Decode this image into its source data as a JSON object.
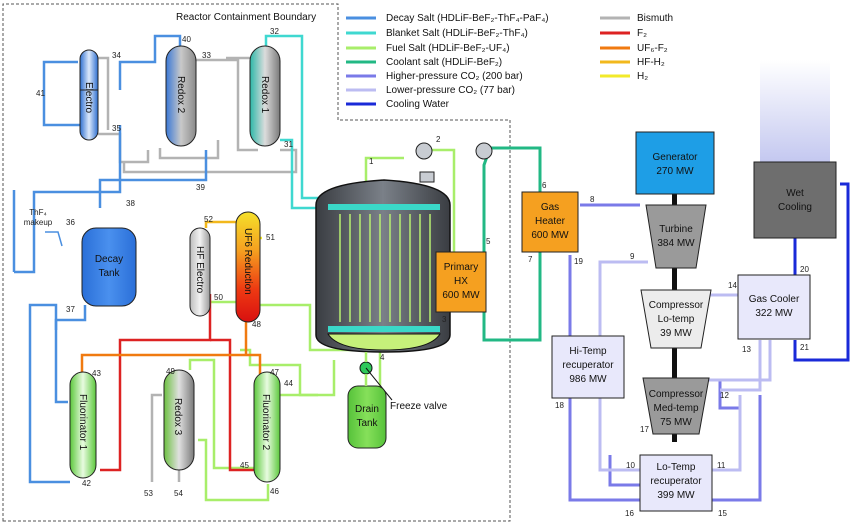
{
  "boundary_label": "Reactor Containment Boundary",
  "legend": [
    {
      "label": "Decay Salt (HDLiF-BeF₂-ThF₄-PaF₄)",
      "color": "#4a8fe0"
    },
    {
      "label": "Blanket Salt (HDLiF-BeF₂-ThF₄)",
      "color": "#3fd8d0"
    },
    {
      "label": "Fuel Salt (HDLiF-BeF₂-UF₄)",
      "color": "#a8ee6a"
    },
    {
      "label": "Coolant salt (HDLiF-BeF₂)",
      "color": "#22b884"
    },
    {
      "label": "Higher-pressure CO₂ (200 bar)",
      "color": "#7a7ae8"
    },
    {
      "label": "Lower-pressure CO₂ (77 bar)",
      "color": "#bcbcf2"
    },
    {
      "label": "Cooling Water",
      "color": "#1a2ad8"
    },
    {
      "label": "Bismuth",
      "color": "#b3b3b3"
    },
    {
      "label": "F₂",
      "color": "#dd2222"
    },
    {
      "label": "UF₆-F₂",
      "color": "#f07a10"
    },
    {
      "label": "HF-H₂",
      "color": "#f2b81c"
    },
    {
      "label": "H₂",
      "color": "#f2ea2a"
    }
  ],
  "components": {
    "electro": "Electro",
    "redox2": "Redox 2",
    "redox1": "Redox 1",
    "decay_tank": [
      "Decay",
      "Tank"
    ],
    "thf4_makeup": [
      "ThF₄",
      "makeup"
    ],
    "hf_electro": "HF Electro",
    "uf6_reduction": "UF6 Reduction",
    "primary_hx": [
      "Primary",
      "HX",
      "600 MW"
    ],
    "gas_heater": [
      "Gas",
      "Heater",
      "600 MW"
    ],
    "generator": [
      "Generator",
      "270 MW"
    ],
    "turbine": [
      "Turbine",
      "384 MW"
    ],
    "comp_lo": [
      "Compressor",
      "Lo-temp",
      "39 MW"
    ],
    "comp_med": [
      "Compressor",
      "Med-temp",
      "75 MW"
    ],
    "wet_cooling": [
      "Wet",
      "Cooling"
    ],
    "gas_cooler": [
      "Gas Cooler",
      "322 MW"
    ],
    "hitemp": [
      "Hi-Temp",
      "recuperator",
      "986 MW"
    ],
    "lotemp": [
      "Lo-Temp",
      "recuperator",
      "399 MW"
    ],
    "drain_tank": [
      "Drain",
      "Tank"
    ],
    "freeze_valve": "Freeze valve",
    "fluorinator1": "Fluorinator 1",
    "redox3": "Redox 3",
    "fluorinator2": "Fluorinator 2"
  },
  "stream_numbers": [
    "1",
    "2",
    "3",
    "4",
    "5",
    "6",
    "7",
    "8",
    "9",
    "10",
    "11",
    "12",
    "13",
    "14",
    "15",
    "16",
    "17",
    "18",
    "19",
    "20",
    "21",
    "31",
    "32",
    "33",
    "34",
    "35",
    "36",
    "37",
    "38",
    "39",
    "40",
    "41",
    "42",
    "43",
    "44",
    "45",
    "46",
    "47",
    "48",
    "49",
    "50",
    "51",
    "52",
    "53",
    "54"
  ]
}
